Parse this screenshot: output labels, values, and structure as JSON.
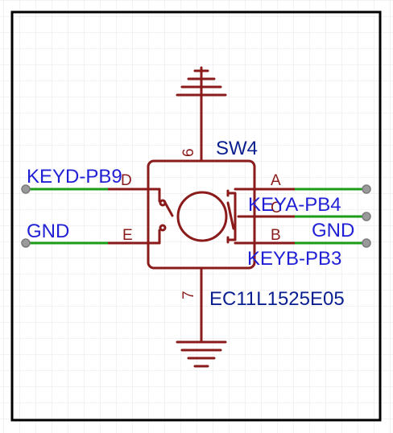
{
  "component": {
    "designator": "SW4",
    "value": "EC11L1525E05",
    "pins": {
      "A": "A",
      "B": "B",
      "C": "C",
      "D": "D",
      "E": "E",
      "six": "6",
      "seven": "7"
    }
  },
  "nets": {
    "left_top": "KEYD-PB9",
    "left_bottom": "GND",
    "right_top": "KEYA-PB4",
    "right_mid": "GND",
    "right_bottom": "KEYB-PB3"
  },
  "colors": {
    "net_label": "#1f1fd6",
    "symbol": "#8b1a1a",
    "wire": "#1a9e1a",
    "grid": "#e6e6e6",
    "frame": "#000000"
  }
}
